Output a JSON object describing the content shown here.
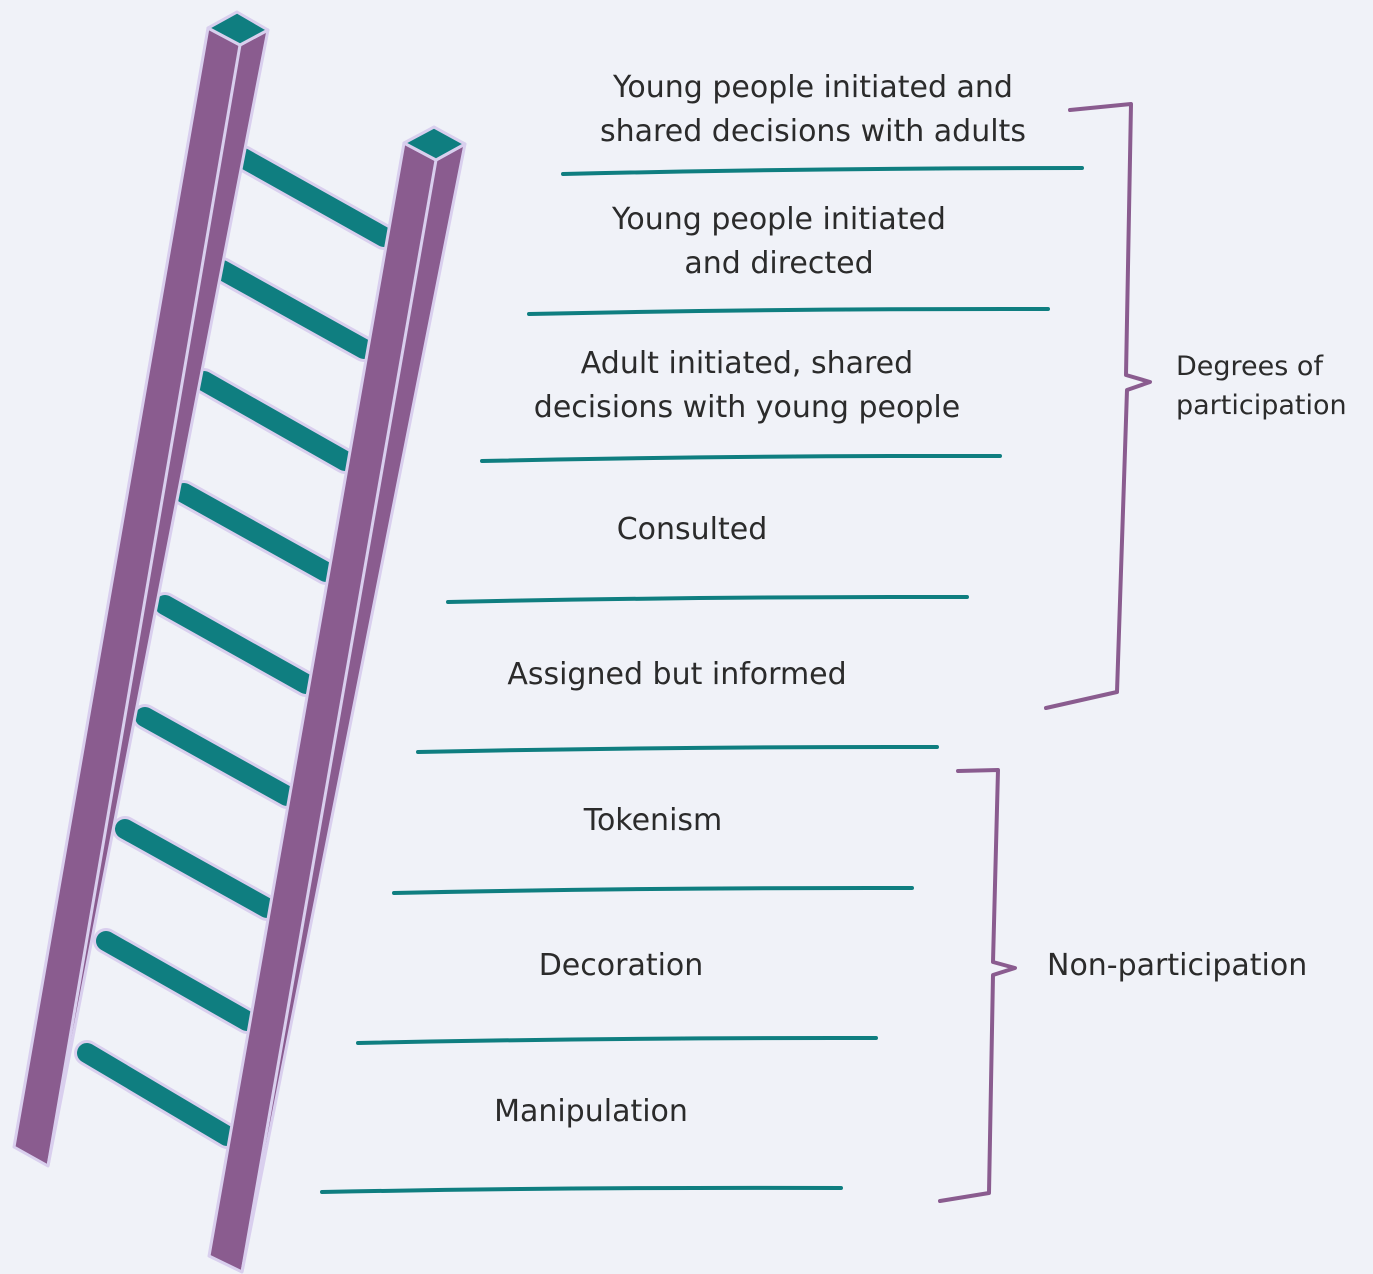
{
  "rungs": [
    {
      "lines": [
        "Young people initiated and",
        "shared decisions with adults"
      ]
    },
    {
      "lines": [
        "Young people initiated",
        "and directed"
      ]
    },
    {
      "lines": [
        "Adult initiated, shared",
        "decisions with young people"
      ]
    },
    {
      "lines": [
        "Consulted"
      ]
    },
    {
      "lines": [
        "Assigned but informed"
      ]
    },
    {
      "lines": [
        "Tokenism"
      ]
    },
    {
      "lines": [
        "Decoration"
      ]
    },
    {
      "lines": [
        "Manipulation"
      ]
    }
  ],
  "groups": {
    "participation": {
      "lines": [
        "Degrees of",
        "participation"
      ]
    },
    "non_participation": {
      "lines": [
        "Non-participation"
      ]
    }
  },
  "colors": {
    "background": "#f0f2f8",
    "ladder_rail": "#8a5c8f",
    "ladder_rail_outline": "#d9cfee",
    "ladder_top": "#0f7e80",
    "rung": "#0f7e80",
    "divider": "#0f7e80",
    "brace": "#8a5c8f",
    "text": "#2b2b2b"
  }
}
